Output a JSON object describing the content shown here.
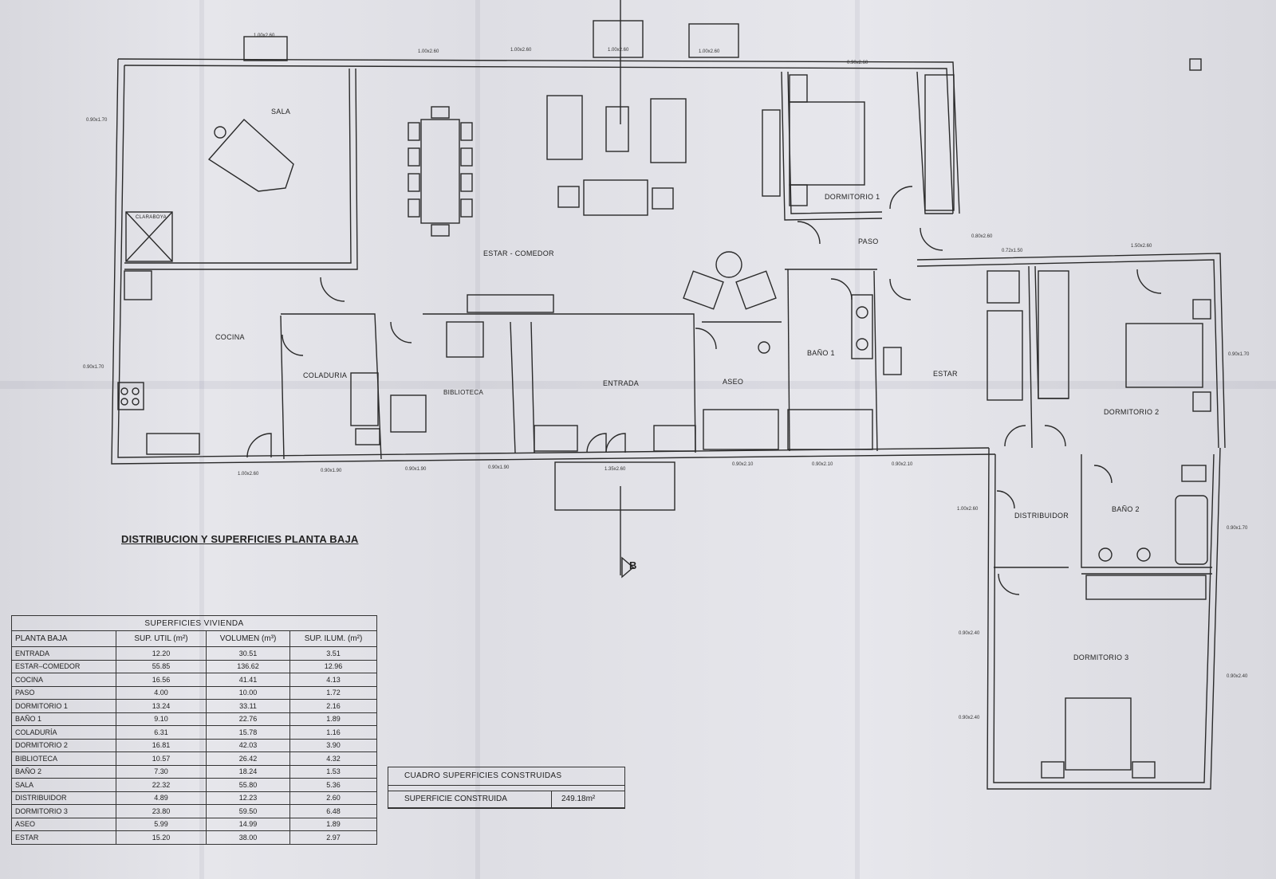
{
  "plan": {
    "rooms": [
      {
        "id": "sala",
        "label": "SALA"
      },
      {
        "id": "estar-comedor",
        "label": "ESTAR  -  COMEDOR"
      },
      {
        "id": "dormitorio1",
        "label": "DORMITORIO  1"
      },
      {
        "id": "paso",
        "label": "PASO"
      },
      {
        "id": "cocina",
        "label": "COCINA"
      },
      {
        "id": "coladuria",
        "label": "COLADURIA"
      },
      {
        "id": "biblioteca",
        "label": "BIBLIOTECA"
      },
      {
        "id": "entrada",
        "label": "ENTRADA"
      },
      {
        "id": "aseo",
        "label": "ASEO"
      },
      {
        "id": "bano1",
        "label": "BAÑO  1"
      },
      {
        "id": "estar",
        "label": "ESTAR"
      },
      {
        "id": "dormitorio2",
        "label": "DORMITORIO  2"
      },
      {
        "id": "distribuidor",
        "label": "DISTRIBUIDOR"
      },
      {
        "id": "bano2",
        "label": "BAÑO  2"
      },
      {
        "id": "dormitorio3",
        "label": "DORMITORIO  3"
      },
      {
        "id": "claraboya",
        "label": "CLARABOYA"
      }
    ],
    "dimensions": [
      "1.00x2.60",
      "1.00x2.60",
      "1.00x2.60",
      "1.00x2.60",
      "1.00x2.60",
      "0.90x2.60",
      "0.90x1.70",
      "0.90x1.70",
      "1.00x2.60",
      "0.90x1.90",
      "0.90x1.90",
      "0.90x1.90",
      "1.35x2.60",
      "0.90x2.10",
      "0.90x2.10",
      "0.90x2.10",
      "0.80x2.60",
      "0.72x1.50",
      "1.50x2.60",
      "0.90x1.70",
      "1.00x2.60",
      "0.90x1.70",
      "0.90x2.40",
      "0.90x2.40",
      "0.90x2.40"
    ],
    "section_marker": "B"
  },
  "drawing_title": "DISTRIBUCION Y SUPERFICIES PLANTA BAJA",
  "superficies": {
    "caption": "SUPERFICIES  VIVIENDA",
    "headers": [
      "PLANTA BAJA",
      "SUP. UTIL (m²)",
      "VOLUMEN (m³)",
      "SUP. ILUM. (m²)"
    ],
    "rows": [
      [
        "ENTRADA",
        "12.20",
        "30.51",
        "3.51"
      ],
      [
        "ESTAR–COMEDOR",
        "55.85",
        "136.62",
        "12.96"
      ],
      [
        "COCINA",
        "16.56",
        "41.41",
        "4.13"
      ],
      [
        "PASO",
        "4.00",
        "10.00",
        "1.72"
      ],
      [
        "DORMITORIO 1",
        "13.24",
        "33.11",
        "2.16"
      ],
      [
        "BAÑO 1",
        "9.10",
        "22.76",
        "1.89"
      ],
      [
        "COLADURÍA",
        "6.31",
        "15.78",
        "1.16"
      ],
      [
        "DORMITORIO 2",
        "16.81",
        "42.03",
        "3.90"
      ],
      [
        "BIBLIOTECA",
        "10.57",
        "26.42",
        "4.32"
      ],
      [
        "BAÑO 2",
        "7.30",
        "18.24",
        "1.53"
      ],
      [
        "SALA",
        "22.32",
        "55.80",
        "5.36"
      ],
      [
        "DISTRIBUIDOR",
        "4.89",
        "12.23",
        "2.60"
      ],
      [
        "DORMITORIO 3",
        "23.80",
        "59.50",
        "6.48"
      ],
      [
        "ASEO",
        "5.99",
        "14.99",
        "1.89"
      ],
      [
        "ESTAR",
        "15.20",
        "38.00",
        "2.97"
      ]
    ]
  },
  "construidas": {
    "caption": "CUADRO SUPERFICIES CONSTRUIDAS",
    "label": "SUPERFICIE  CONSTRUIDA",
    "value": "249.18m²"
  }
}
